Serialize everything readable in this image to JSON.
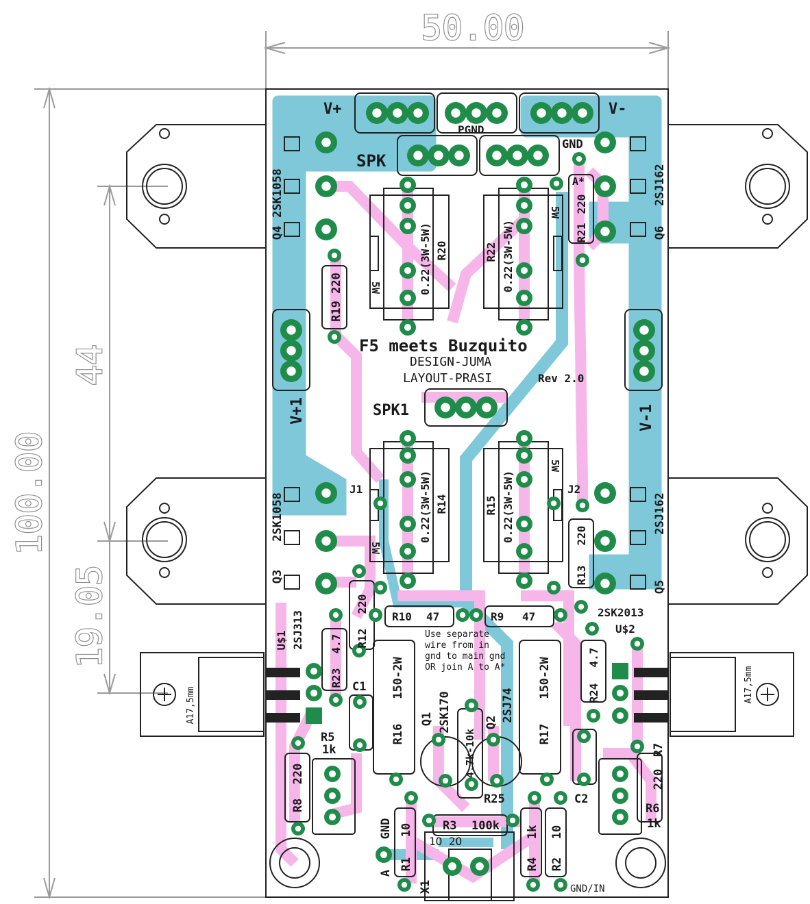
{
  "dimensions": {
    "width": "50.00",
    "height": "100.00",
    "inner_height": "44",
    "offset": "19.05"
  },
  "title": {
    "main": "F5 meets Buzquito",
    "design": "DESIGN-JUMA",
    "layout": "LAYOUT-PRASI",
    "rev": "Rev 2.0"
  },
  "connectors": {
    "vplus": "V+",
    "vminus": "V-",
    "pgnd": "PGND",
    "spk": "SPK",
    "gnd": "GND",
    "spk1": "SPK1",
    "vplus1": "V+1",
    "vminus1": "V-1",
    "j1": "J1",
    "j2": "J2",
    "x1": "X1",
    "gnd_in": "GND/IN",
    "gnd_left": "GND",
    "a_left": "A",
    "a_star": "A*",
    "x1_pins": "1O  2O"
  },
  "transistors": {
    "q4_type": "2SK1058",
    "q4": "Q4",
    "q6_type": "2SJ162",
    "q6": "Q6",
    "q3_type": "2SK1058",
    "q3": "Q3",
    "q5_type": "2SJ162",
    "q5": "Q5",
    "u1": "U$1",
    "u1_type": "2SJ313",
    "u2": "U$2",
    "u2_type": "2SK2013",
    "q1": "Q1",
    "q1_type": "2SK170",
    "q2": "Q2",
    "q2_type": "2SJ74",
    "heatsink_left": "A17,5mm",
    "heatsink_right": "A17,5mm"
  },
  "resistors": {
    "r19": "R19 220",
    "r20": "R20",
    "r20_val": "0.22(3W-5W)",
    "r20_w": "5W",
    "r22": "R22",
    "r22_val": "0.22(3W-5W)",
    "r22_w": "5W",
    "r21": "R21",
    "r21_val": "220",
    "r14": "R14",
    "r14_val": "0.22(3W-5W)",
    "r14_w": "5W",
    "r15": "R15",
    "r15_val": "0.22(3W-5W)",
    "r15_w": "5W",
    "r13": "R13",
    "r13_val": "220",
    "r12": "R12",
    "r12_val": "220",
    "r10": "R10",
    "r10_val": "47",
    "r9": "R9",
    "r9_val": "47",
    "r23": "R23",
    "r23_val": "4.7",
    "r24": "R24",
    "r24_val": "4.7",
    "r16": "R16",
    "r16_val": "150-2W",
    "r17": "R17",
    "r17_val": "150-2W",
    "r5": "R5",
    "r5_val": "1k",
    "r8": "R8",
    "r8_val": "220",
    "r7": "R7",
    "r7_val": "220",
    "r6": "R6",
    "r6_val": "1k",
    "r25": "R25",
    "r25_val": "4.7k-10k",
    "r3": "R3",
    "r3_val": "100k",
    "r1": "R1",
    "r1_val": "10",
    "r2": "R2",
    "r2_val": "10",
    "r4": "R4",
    "r4_val": "1k"
  },
  "capacitors": {
    "c1": "C1",
    "c2": "C2"
  },
  "notes": {
    "line1": "Use separate",
    "line2": "wire from in",
    "line3": "gnd to main gnd",
    "line4": "OR join A to A*"
  },
  "colors": {
    "top_copper": "#7ec8da",
    "bottom_copper": "#f7b6ea",
    "pad": "#1f8c4a",
    "board_outline": "#222222"
  }
}
